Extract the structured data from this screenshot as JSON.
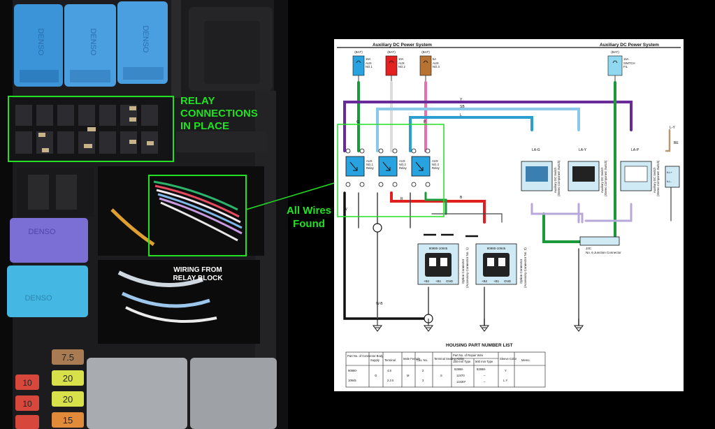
{
  "annotations": {
    "relay_connections": [
      "RELAY",
      "CONNECTIONS",
      "IN PLACE"
    ],
    "all_wires": [
      "All Wires",
      "Found"
    ],
    "wiring_from": [
      "WIRING FROM",
      "RELAY BLOCK"
    ],
    "highlight_color": "#22e022"
  },
  "photo": {
    "relay_labels": [
      "DENSO",
      "DENSO",
      "DENSO"
    ],
    "side_relay_labels": [
      "DENSO",
      "DENSO"
    ],
    "fuses": [
      "7.5",
      "20",
      "10",
      "20",
      "10",
      "15"
    ]
  },
  "diagram": {
    "header_left": "Auxiliary DC Power System",
    "header_right": "Auxiliary DC Power System",
    "fuses": [
      {
        "bat": "(BAT)",
        "amp": "15A",
        "name": [
          "AUX",
          "NO.1"
        ],
        "color": "#29a3e0"
      },
      {
        "bat": "(BAT)",
        "amp": "10A",
        "name": [
          "AUX",
          "NO.2"
        ],
        "color": "#e22020"
      },
      {
        "bat": "(BAT)",
        "amp": "5A",
        "name": [
          "AUX",
          "NO.3"
        ],
        "color": "#b87333"
      },
      {
        "bat": "(BAT)",
        "amp": "15A",
        "name": [
          "SWITCH",
          "FIL"
        ],
        "color": "#8fd8ef"
      }
    ],
    "relays": [
      {
        "name": [
          "AUX",
          "NO.1",
          "Relay"
        ]
      },
      {
        "name": [
          "AUX",
          "NO.2",
          "Relay"
        ]
      },
      {
        "name": [
          "AUX",
          "NO.3",
          "Relay"
        ]
      }
    ],
    "wire_codes": [
      "Y",
      "SB",
      "L",
      "G",
      "W",
      "R",
      "P",
      "B",
      "W-B",
      "LA-G",
      "LA-Y",
      "LA-P",
      "L-Y",
      "BE"
    ],
    "connectors": {
      "c1": {
        "code": "90980-10945",
        "label": [
          "Option Connector",
          "(Accessory Connector No. 1)"
        ],
        "pins": [
          "+B2",
          "+B1",
          "GND"
        ]
      },
      "c2": {
        "code": "90980-10945",
        "label": [
          "Option Connector",
          "(Accessory Connector No. 2)"
        ],
        "pins": [
          "+B2",
          "+B1",
          "GND"
        ]
      },
      "sw1": {
        "label": [
          "Auxiliary DC Switch",
          "(Stereo Component Switch)"
        ]
      },
      "sw2": {
        "label": [
          "Auxiliary DC Switch",
          "(Stereo Component Switch)"
        ]
      },
      "sw3": {
        "label": [
          "Auxiliary DC Switch",
          "(Stereo Component Switch)"
        ]
      },
      "junction": {
        "id": "J3C",
        "label": "No. 6 Junction Connector"
      },
      "splice": [
        "ILL+",
        "ILL-"
      ]
    },
    "table": {
      "title": "HOUSING PART NUMBER LIST",
      "headers": [
        "Part No. of Connector Body",
        "Supply",
        "Terminal",
        "Male Female",
        "Cav. No.",
        "Terminal Sealing Ability",
        "Part No. of Repair Wire",
        "Sleeve Color",
        "Memo"
      ],
      "subheaders": [
        "150 mm Type",
        "500 mm Type"
      ],
      "row": {
        "part": [
          "90980-",
          "10945"
        ],
        "supply": "O",
        "terminal": [
          "4.8",
          "2.3 II"
        ],
        "male_female": "M",
        "cav": [
          "2",
          "3"
        ],
        "sealing": "S",
        "t150": [
          "82998-",
          "12470",
          "12430*"
        ],
        "t500": [
          "82998-",
          "–",
          "–"
        ],
        "sleeve": [
          "Y",
          "L.Y"
        ],
        "memo": ""
      }
    }
  }
}
